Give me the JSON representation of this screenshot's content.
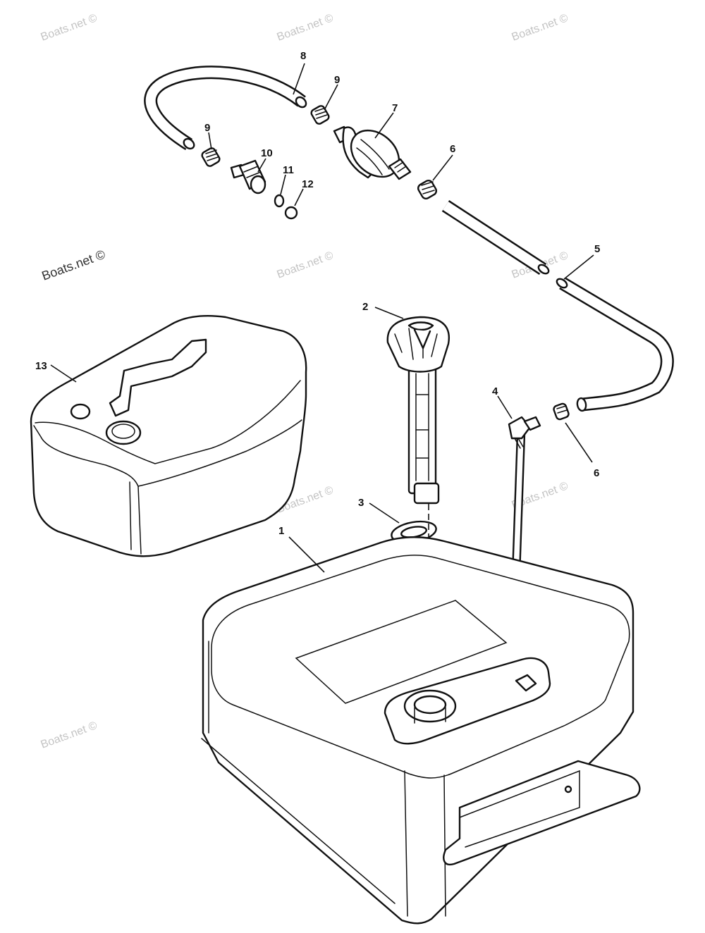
{
  "watermark": {
    "text": "Boats.net ©"
  },
  "callouts": {
    "c1": "1",
    "c2": "2",
    "c3": "3",
    "c4": "4",
    "c5": "5",
    "c6a": "6",
    "c6b": "6",
    "c7": "7",
    "c8": "8",
    "c9a": "9",
    "c9b": "9",
    "c10": "10",
    "c11": "11",
    "c12": "12",
    "c13": "13"
  },
  "colors": {
    "line": "#111111",
    "background": "#ffffff",
    "watermark": "#c4c4c4"
  }
}
